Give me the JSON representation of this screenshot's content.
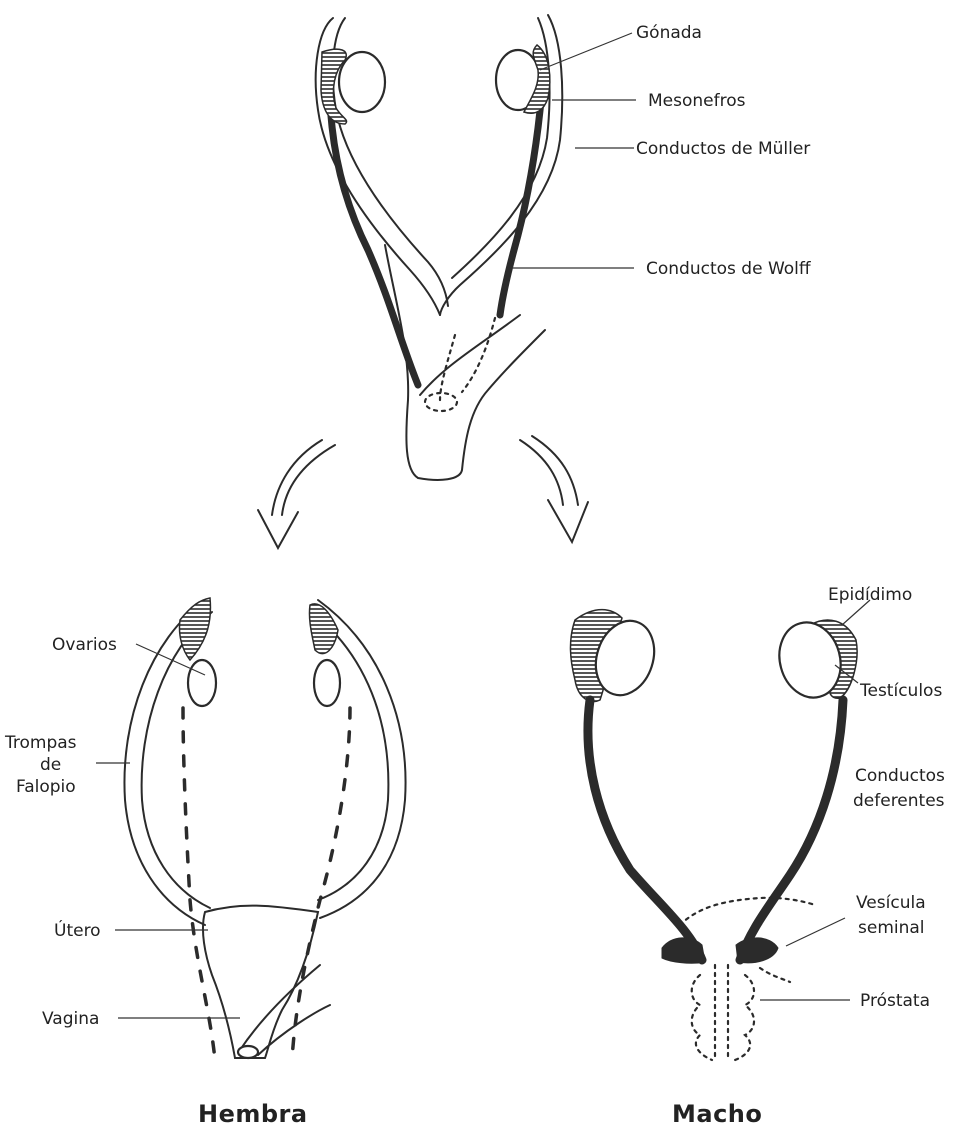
{
  "labels": {
    "gonada": "Gónada",
    "mesonefros": "Mesonefros",
    "muller": "Conductos de Müller",
    "wolff": "Conductos de Wolff",
    "ovarios": "Ovarios",
    "trompas_1": "Trompas",
    "trompas_2": "de",
    "trompas_3": "Falopio",
    "utero": "Útero",
    "vagina": "Vagina",
    "epididimo": "Epidídimo",
    "testiculos": "Testículos",
    "deferentes_1": "Conductos",
    "deferentes_2": "deferentes",
    "vesicula_1": "Vesícula",
    "vesicula_2": "seminal",
    "prostata": "Próstata"
  },
  "captions": {
    "female": "Hembra",
    "male": "Macho"
  },
  "icons": {
    "arrow_left": "curved-arrow-down-left",
    "arrow_right": "curved-arrow-down-right"
  }
}
